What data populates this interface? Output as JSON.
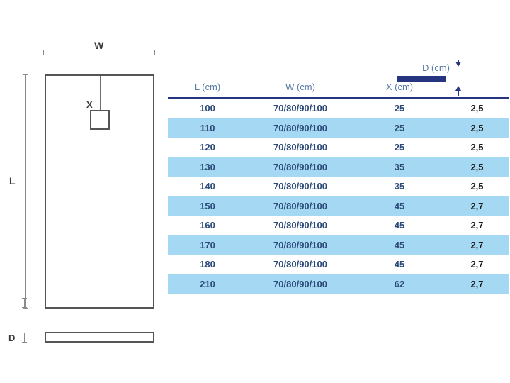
{
  "drawing": {
    "width_label": "W",
    "length_label": "L",
    "drain_label": "X",
    "depth_label": "D",
    "line_color": "#8a8a8a",
    "outline_color": "#555555"
  },
  "table": {
    "depth_legend": {
      "label": "D (cm)",
      "bar_color": "#25357f",
      "arrow_up_icon": "arrow-up-icon",
      "arrow_down_icon": "arrow-down-icon"
    },
    "header_rule_color": "#25357f",
    "header_text_color": "#5b7ba8",
    "band_color": "#a5d8f3",
    "columns": [
      "L (cm)",
      "W (cm)",
      "X (cm)",
      "D (cm)"
    ],
    "rows": [
      {
        "l": "100",
        "w": "70/80/90/100",
        "x": "25",
        "d": "2,5"
      },
      {
        "l": "110",
        "w": "70/80/90/100",
        "x": "25",
        "d": "2,5"
      },
      {
        "l": "120",
        "w": "70/80/90/100",
        "x": "25",
        "d": "2,5"
      },
      {
        "l": "130",
        "w": "70/80/90/100",
        "x": "35",
        "d": "2,5"
      },
      {
        "l": "140",
        "w": "70/80/90/100",
        "x": "35",
        "d": "2,5"
      },
      {
        "l": "150",
        "w": "70/80/90/100",
        "x": "45",
        "d": "2,7"
      },
      {
        "l": "160",
        "w": "70/80/90/100",
        "x": "45",
        "d": "2,7"
      },
      {
        "l": "170",
        "w": "70/80/90/100",
        "x": "45",
        "d": "2,7"
      },
      {
        "l": "180",
        "w": "70/80/90/100",
        "x": "45",
        "d": "2,7"
      },
      {
        "l": "210",
        "w": "70/80/90/100",
        "x": "62",
        "d": "2,7"
      }
    ]
  }
}
